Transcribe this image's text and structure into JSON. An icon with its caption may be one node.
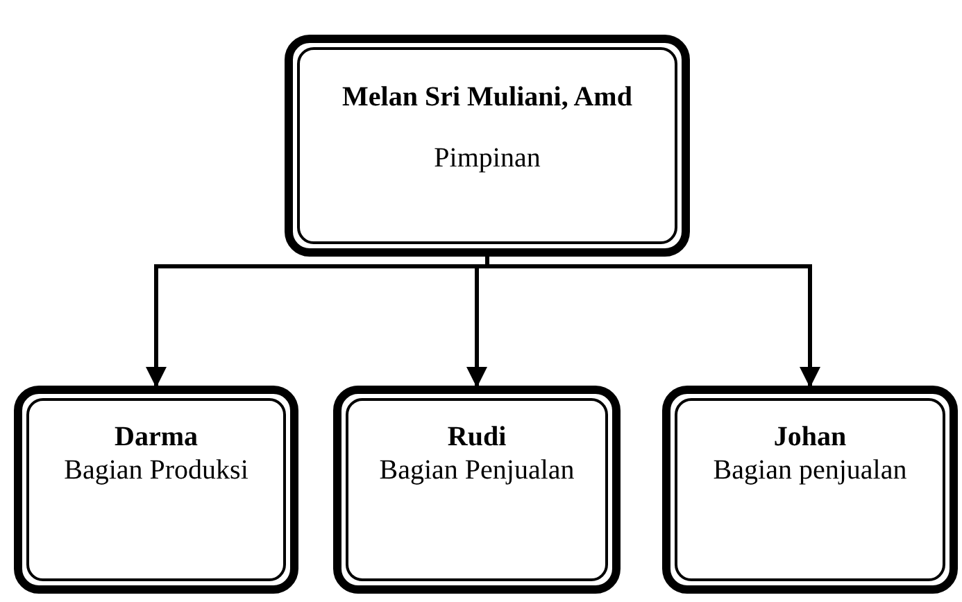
{
  "diagram": {
    "nodes": [
      {
        "text": [
          "Melan Sri Muliani, Amd",
          "Pimpinan"
        ]
      },
      {
        "text": [
          "Darma",
          "Bagian Produksi"
        ]
      },
      {
        "text": [
          "Rudi",
          "Bagian Penjualan"
        ]
      },
      {
        "text": [
          "Johan",
          "Bagian penjualan"
        ]
      }
    ],
    "edges": [
      {
        "from": 0,
        "to": 1,
        "arrow": "to"
      },
      {
        "from": 0,
        "to": 2,
        "arrow": "to"
      },
      {
        "from": 0,
        "to": 3,
        "arrow": "to"
      }
    ]
  }
}
